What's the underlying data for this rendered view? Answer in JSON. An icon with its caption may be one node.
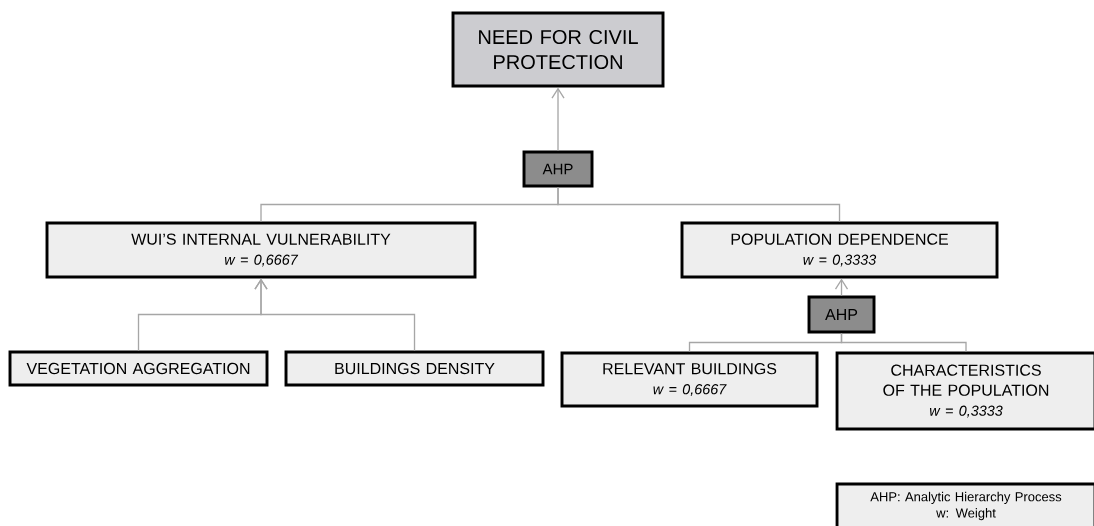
{
  "diagram": {
    "nodes": [
      {
        "text": [
          "NEED FOR CIVIL PROTECTION"
        ]
      },
      {
        "text": [
          "AHP"
        ]
      },
      {
        "text": [
          "WUI’S INTERNAL VULNERABILITY",
          "w = 0,6667"
        ]
      },
      {
        "text": [
          "POPULATION DEPENDENCE",
          "w = 0,3333"
        ]
      },
      {
        "text": [
          "AHP"
        ]
      },
      {
        "text": [
          "VEGETATION AGGREGATION"
        ]
      },
      {
        "text": [
          "BUILDINGS DENSITY"
        ]
      },
      {
        "text": [
          "RELEVANT BUILDINGS",
          "w = 0,6667"
        ]
      },
      {
        "text": [
          "CHARACTERISTICS OF THE POPULATION",
          "w = 0,3333"
        ]
      },
      {
        "text": [
          "AHP: Analytic Hierarchy Process",
          "w: Weight"
        ]
      }
    ],
    "edges": [
      {
        "from": 2,
        "to": 1,
        "arrow": "none"
      },
      {
        "from": 3,
        "to": 1,
        "arrow": "none"
      },
      {
        "from": 1,
        "to": 0,
        "arrow": "to"
      },
      {
        "from": 5,
        "to": 2,
        "arrow": "to"
      },
      {
        "from": 6,
        "to": 2,
        "arrow": "to"
      },
      {
        "from": 7,
        "to": 4,
        "arrow": "none"
      },
      {
        "from": 8,
        "to": 4,
        "arrow": "none"
      },
      {
        "from": 4,
        "to": 3,
        "arrow": "to"
      }
    ]
  }
}
